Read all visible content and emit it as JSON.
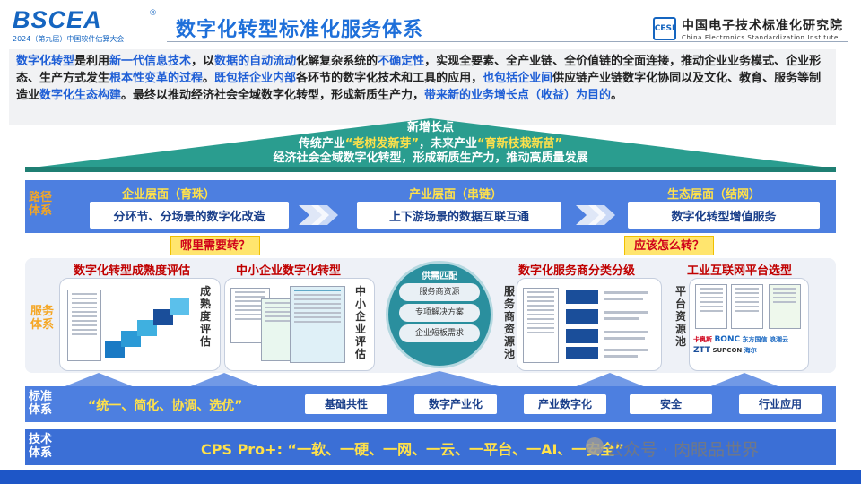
{
  "header": {
    "logo_word": "BSCEA",
    "logo_sub": "2024（第九届）中国软件估算大会",
    "title": "数字化转型标准化服务体系",
    "institute_cn": "中国电子技术标准化研究院",
    "institute_en": "China Electronics Standardization Institute",
    "institute_mark": "CESI"
  },
  "intro": {
    "segments": [
      {
        "t": "数字化转型",
        "hl": true
      },
      {
        "t": "是利用",
        "hl": false
      },
      {
        "t": "新一代信息技术",
        "hl": true
      },
      {
        "t": "，以",
        "hl": false
      },
      {
        "t": "数据的自动流动",
        "hl": true
      },
      {
        "t": "化解复杂系统的",
        "hl": false
      },
      {
        "t": "不确定性",
        "hl": true
      },
      {
        "t": "，实现全要素、全产业链、全价值链的全面连接，推动企业业务模式、企业形态、生产方式发生",
        "hl": false
      },
      {
        "t": "根本性变革的过程",
        "hl": true
      },
      {
        "t": "。",
        "hl": false
      },
      {
        "t": "既包括企业内部",
        "hl": true
      },
      {
        "t": "各环节的数字化技术和工具的应用，",
        "hl": false
      },
      {
        "t": "也包括企业间",
        "hl": true
      },
      {
        "t": "供应链产业链数字化协同以及文化、教育、服务等制造业",
        "hl": false
      },
      {
        "t": "数字化生态构建",
        "hl": true
      },
      {
        "t": "。最终以推动经济社会全域数字化转型，形成新质生产力，",
        "hl": false
      },
      {
        "t": "带来新的业务增长点（收益）为目的",
        "hl": true
      },
      {
        "t": "。",
        "hl": false
      }
    ]
  },
  "roof": {
    "title": "新增长点",
    "line1_a": "传统产业",
    "line1_b": "“老树发新芽”",
    "line1_c": "，未来产业",
    "line1_d": "“育新枝栽新苗”",
    "line2": "经济社会全域数字化转型，形成新质生产力，推动高质量发展"
  },
  "path_row": {
    "label": "路径体系",
    "columns": [
      {
        "head": "企业层面（育珠）",
        "box": "分环节、分场景的数字化改造"
      },
      {
        "head": "产业层面（串链）",
        "box": "上下游场景的数据互联互通"
      },
      {
        "head": "生态层面（结网）",
        "box": "数字化转型增值服务"
      }
    ]
  },
  "questions": [
    "哪里需要转？",
    "应该怎么转？"
  ],
  "service_row": {
    "label": "服务体系",
    "panels": [
      {
        "title": "数字化转型成熟度评估",
        "side": "成熟度评估"
      },
      {
        "title": "中小企业数字化转型",
        "side": "中小企业评估"
      },
      {
        "title": "数字化服务商分类分级",
        "side": "服务商资源池"
      },
      {
        "title": "工业互联网平台选型",
        "side": "平台资源池"
      }
    ],
    "hub": {
      "title": "供需匹配",
      "items": [
        "服务商资源",
        "专项解决方案",
        "企业短板需求"
      ]
    },
    "platform_logos": [
      "卡奥斯",
      "BONC",
      "东方国信",
      "浪潮云",
      "ZTT",
      "SUPCON",
      "海尔"
    ]
  },
  "standard_row": {
    "label": "标准体系",
    "slogan": "“统一、简化、协调、选优”",
    "items": [
      "基础共性",
      "数字产业化",
      "产业数字化",
      "安全",
      "行业应用"
    ]
  },
  "tech_row": {
    "label": "技术体系",
    "text": "CPS Pro+: “一软、一硬、一网、一云、一平台、一AI、一安全”"
  },
  "watermark": "公众号 · 肉眼品世界",
  "colors": {
    "accent_blue": "#4d7fe0",
    "title_blue": "#1e6fd9",
    "highlight_blue": "#1f5fd6",
    "yellow": "#ffe14a",
    "orange": "#f5a623",
    "red": "#c00000",
    "roof_green": "#2a9d8f"
  }
}
